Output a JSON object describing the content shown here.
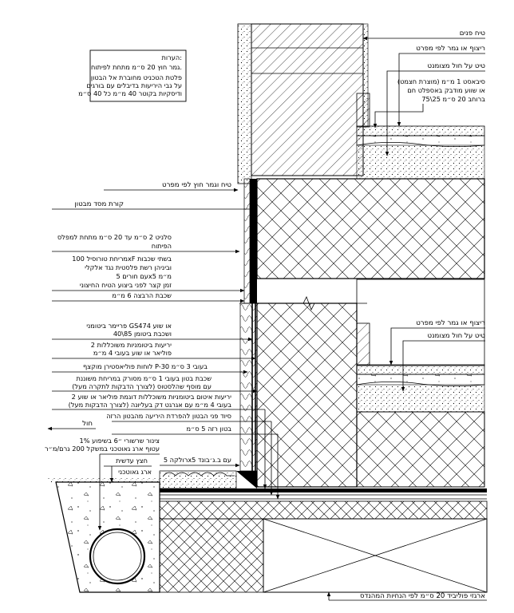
{
  "notes": {
    "title": "הערות:",
    "lines": [
      "גמר חוץ 20 ס״מ מתחת לפיתוח.",
      "פלטת הטכניט מחוברת אל הבטון",
      "על גבי היריעות בדיבלים עם בורגים",
      "ודיסקיות בקוטר 40 מ״מ כל 40 ס״מ"
    ]
  },
  "right_labels_upper": [
    "טיח פנים",
    "ריצוף או גמר לפי מפרט",
    "טיט על חול מצומנט",
    "סיבאסט 1 מ״מ (מוצרת חצמט)",
    "או שווע מודבק באספלט חם",
    "75\\25 ברוחב 20 ס״מ"
  ],
  "right_labels_lower": [
    "ריצוף או גמר לפי מפרט",
    "טיט על חול מצומנט"
  ],
  "left_labels": [
    "טיח וגמר חוץ לפי מפרט",
    "קורת מסד מבטון",
    "סלניט 2 ס״מ עד 20 ס״מ מתחת למפלס",
    "הפיתוח",
    "מריחת טורוסיל 100xF בשתי שכבות",
    "וביניהן רשת פלסטית נגד אלקלי",
    "עם חורים 5x5 מ״מ",
    "זמן קצר לפני ביצוע הטיח החיצוני",
    "שכבת הרבצה 6 מ״מ",
    "פריימר ביטומני GS474 או שוע",
    "ושכבת ביטומן 85\\40",
    "2 יריעות ביטומניות משוכללות",
    "פוליאר או שוע בעובי 4 מ״מ",
    "לוחות פוליאסטירן מוקצף P-30 בעובי 3 ס״מ",
    "שכבת בטון בעובי 1 ס״מ מסורק במריחת משוננת",
    "עם מוסף שהלסטוס (לצורך הדבקות לתקרה מעל)",
    "2 יריעות איטום ביטומניות משוכללות דוגמת פוליאר או שוע",
    "בעובי 4 מ״מ עם אגרגט דק בעליונה (לצורך הדבקות מעל)",
    "סיוד פני הבטון להפרדת היריעה מהבטון הרזה",
    "בטון רזה 5 ס״מ",
    "חול",
    "צינור שרשורי ״6 בשיפוע 1%",
    "עטוף ארג גאוטכני במשקל 200 גרם/מ״ר",
    "חצץ עדשית",
    "ארג גאוטכני",
    "רולקה 5x5 עם ב.ג׳בונד"
  ],
  "bottom_label": "ארגזי פוליביד 20 ס״מ לפי הנחיות המהנדס"
}
